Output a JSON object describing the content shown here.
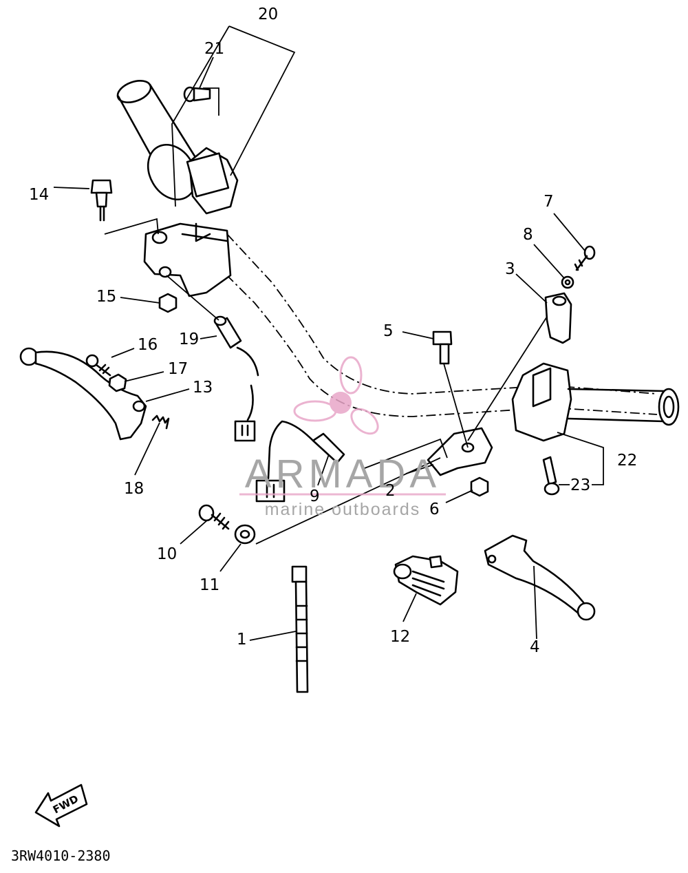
{
  "callouts": {
    "c1": "1",
    "c2": "2",
    "c3": "3",
    "c4": "4",
    "c5": "5",
    "c6": "6",
    "c7": "7",
    "c8": "8",
    "c9": "9",
    "c10": "10",
    "c11": "11",
    "c12": "12",
    "c13": "13",
    "c14": "14",
    "c15": "15",
    "c16": "16",
    "c17": "17",
    "c18": "18",
    "c19": "19",
    "c20": "20",
    "c21": "21",
    "c22": "22",
    "c23": "23"
  },
  "watermark": {
    "brand": "ARMADA",
    "tagline": "marine outboards",
    "logo": "propeller-logo",
    "accent_color": "#e8a6c8"
  },
  "fwd_label": "FWD",
  "diagram_code": "3RW4010-2380"
}
